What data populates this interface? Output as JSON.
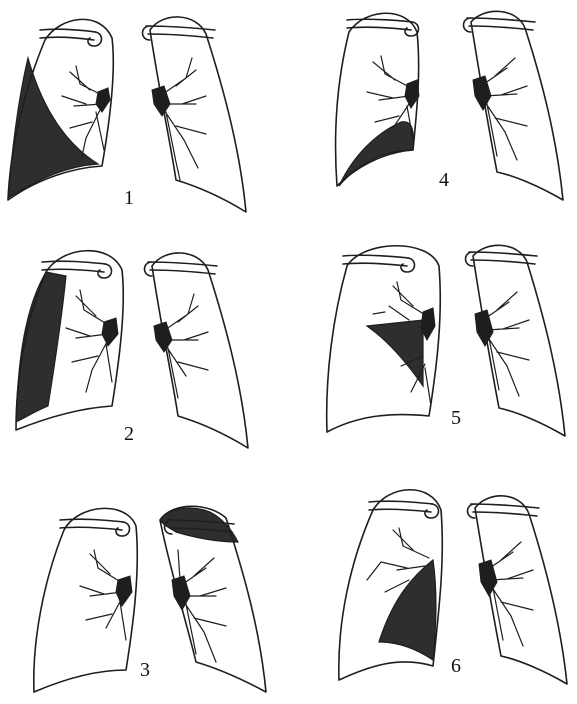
{
  "figures": [
    {
      "label": "1",
      "pathology": "pleural-effusion-right-lateral"
    },
    {
      "label": "2",
      "pathology": "pleural-effusion-right-lateral-band"
    },
    {
      "label": "3",
      "pathology": "apical-opacity-left"
    },
    {
      "label": "4",
      "pathology": "basal-opacity-right"
    },
    {
      "label": "5",
      "pathology": "triangular-opacity-right-middle"
    },
    {
      "label": "6",
      "pathology": "lower-lobe-opacity-right"
    }
  ],
  "colors": {
    "ink": "#1e1e1e",
    "shade": "#2e2e2e",
    "background": "#ffffff"
  }
}
